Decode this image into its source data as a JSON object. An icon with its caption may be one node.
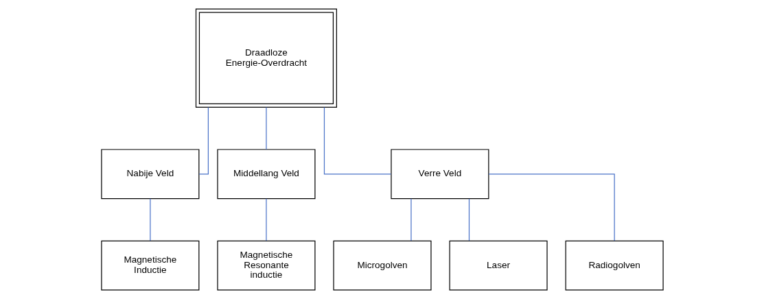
{
  "diagram": {
    "nodes": [
      {
        "text": [
          "Draadloze Energie-Overdracht"
        ]
      },
      {
        "text": [
          "Nabije Veld"
        ]
      },
      {
        "text": [
          "Middellang Veld"
        ]
      },
      {
        "text": [
          "Verre Veld"
        ]
      },
      {
        "text": [
          "Magnetische Inductie"
        ]
      },
      {
        "text": [
          "Magnetische Resonante inductie"
        ]
      },
      {
        "text": [
          "Microgolven"
        ]
      },
      {
        "text": [
          "Laser"
        ]
      },
      {
        "text": [
          "Radiogolven"
        ]
      }
    ],
    "edges": [
      {
        "from": 0,
        "to": 1,
        "arrow": "none"
      },
      {
        "from": 0,
        "to": 2,
        "arrow": "none"
      },
      {
        "from": 0,
        "to": 3,
        "arrow": "none"
      },
      {
        "from": 1,
        "to": 4,
        "arrow": "none"
      },
      {
        "from": 2,
        "to": 5,
        "arrow": "none"
      },
      {
        "from": 3,
        "to": 6,
        "arrow": "none"
      },
      {
        "from": 3,
        "to": 7,
        "arrow": "none"
      },
      {
        "from": 3,
        "to": 8,
        "arrow": "none"
      }
    ]
  }
}
